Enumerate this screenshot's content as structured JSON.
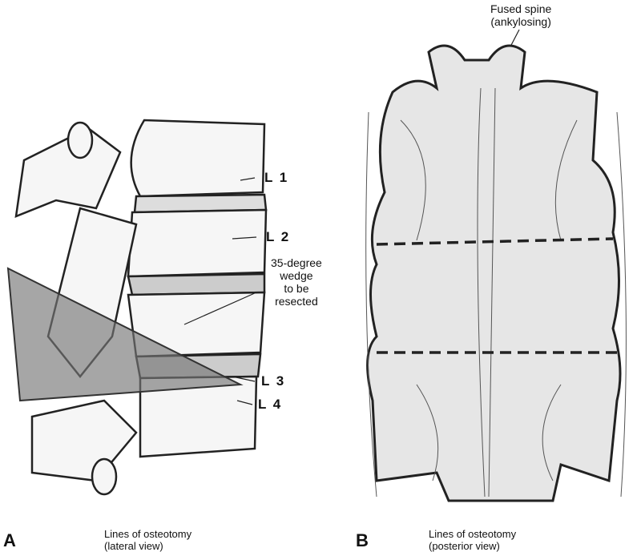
{
  "panel_a": {
    "letter": "A",
    "vertebra_labels": [
      "L 1",
      "L 2",
      "L 3",
      "L 4"
    ],
    "wedge_label": [
      "35-degree",
      "wedge",
      "to be",
      "resected"
    ],
    "caption": [
      "Lines of osteotomy",
      "(lateral view)"
    ]
  },
  "panel_b": {
    "letter": "B",
    "annotation": [
      "Fused spine",
      "(ankylosing)"
    ],
    "caption": [
      "Lines of osteotomy",
      "(posterior view)"
    ]
  }
}
